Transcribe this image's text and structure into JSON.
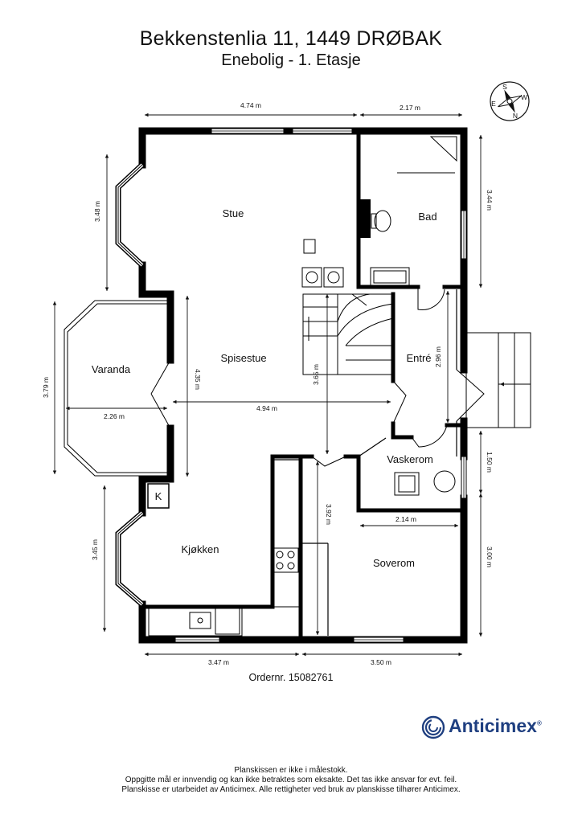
{
  "header": {
    "title": "Bekkenstenlia 11, 1449 DRØBAK",
    "subtitle": "Enebolig  - 1. Etasje"
  },
  "rooms": {
    "stue": "Stue",
    "bad": "Bad",
    "varanda": "Varanda",
    "spisestue": "Spisestue",
    "entre": "Entré",
    "vaskerom": "Vaskerom",
    "kjokken": "Kjøkken",
    "soverom": "Soverom",
    "k_box": "K"
  },
  "dimensions": {
    "top_left": "4.74 m",
    "top_right": "2.17 m",
    "stue_height": "3.48 m",
    "bad_height": "3.44 m",
    "varanda_height": "3.79 m",
    "varanda_width": "2.26 m",
    "spisestue_height": "4.35 m",
    "stair_height": "3.65 m",
    "entre_height": "2.96 m",
    "spisestue_width": "4.94 m",
    "vaskerom_height": "1.50 m",
    "vaskerom_width": "2.14 m",
    "kjokken_height": "3.45 m",
    "soverom_left_height": "3.92 m",
    "soverom_height": "3.00 m",
    "bottom_left": "3.47 m",
    "bottom_right": "3.50 m"
  },
  "compass": {
    "s": "S",
    "w": "W",
    "e": "E",
    "n": "N"
  },
  "order_number": "Ordernr. 15082761",
  "brand": {
    "name": "Anticimex",
    "registered": "®"
  },
  "footer": {
    "line1": "Planskissen er ikke i målestokk.",
    "line2": "Oppgitte mål er innvendig og kan ikke betraktes som eksakte. Det tas ikke ansvar for evt. feil.",
    "line3": "Planskisse er utarbeidet av Anticimex. Alle rettigheter ved bruk av planskisse tilhører Anticimex."
  },
  "colors": {
    "wall": "#000000",
    "brand": "#1f3f80",
    "line": "#111111"
  }
}
